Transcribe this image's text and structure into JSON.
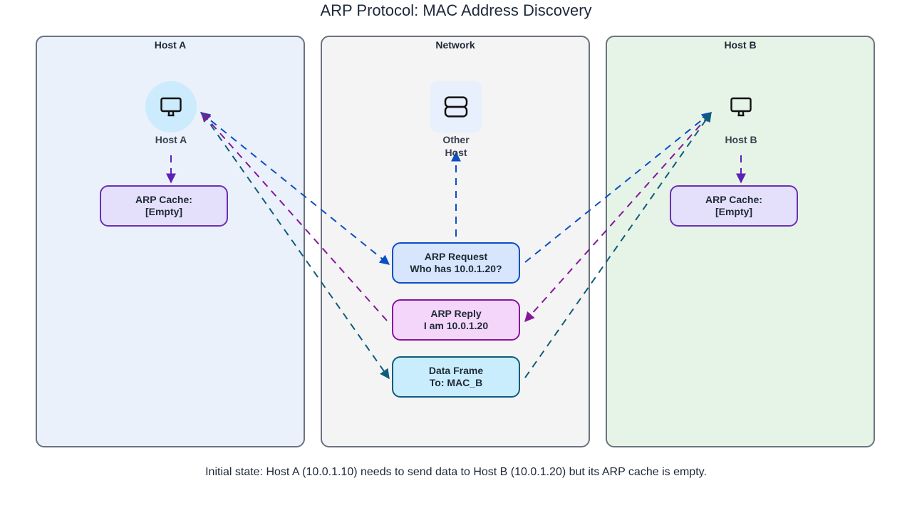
{
  "title": "ARP Protocol: MAC Address Discovery",
  "groups": {
    "host_a": "Host A",
    "network": "Network",
    "host_b": "Host B"
  },
  "nodes": {
    "host_a": {
      "label": "Host A",
      "icon": "monitor-icon"
    },
    "other_host": {
      "label_line1": "Other",
      "label_line2": "Host",
      "icon": "server-icon"
    },
    "host_b": {
      "label": "Host B",
      "icon": "monitor-icon"
    },
    "cache_a": {
      "line1": "ARP Cache:",
      "line2": "[Empty]"
    },
    "cache_b": {
      "line1": "ARP Cache:",
      "line2": "[Empty]"
    },
    "arp_request": {
      "line1": "ARP Request",
      "line2": "Who has 10.0.1.20?"
    },
    "arp_reply": {
      "line1": "ARP Reply",
      "line2": "I am 10.0.1.20"
    },
    "data_frame": {
      "line1": "Data Frame",
      "line2": "To: MAC_B"
    }
  },
  "edges": [
    {
      "from": "host_a",
      "to": "cache_a",
      "color": "#5b21b6"
    },
    {
      "from": "host_b",
      "to": "cache_b",
      "color": "#5b21b6"
    },
    {
      "from": "host_a",
      "to": "arp_request",
      "color": "#0b4fc4"
    },
    {
      "from": "arp_request",
      "to": "other_host",
      "color": "#0b4fc4"
    },
    {
      "from": "arp_request",
      "to": "host_b",
      "color": "#0b4fc4"
    },
    {
      "from": "host_b",
      "to": "arp_reply",
      "color": "#86169c"
    },
    {
      "from": "arp_reply",
      "to": "host_a",
      "color": "#86169c"
    },
    {
      "from": "host_a",
      "to": "data_frame",
      "color": "#0e5c7a"
    },
    {
      "from": "data_frame",
      "to": "host_b",
      "color": "#0e5c7a"
    }
  ],
  "caption": "Initial state: Host A (10.0.1.10) needs to send data to Host B (10.0.1.20) but its ARP cache is empty."
}
